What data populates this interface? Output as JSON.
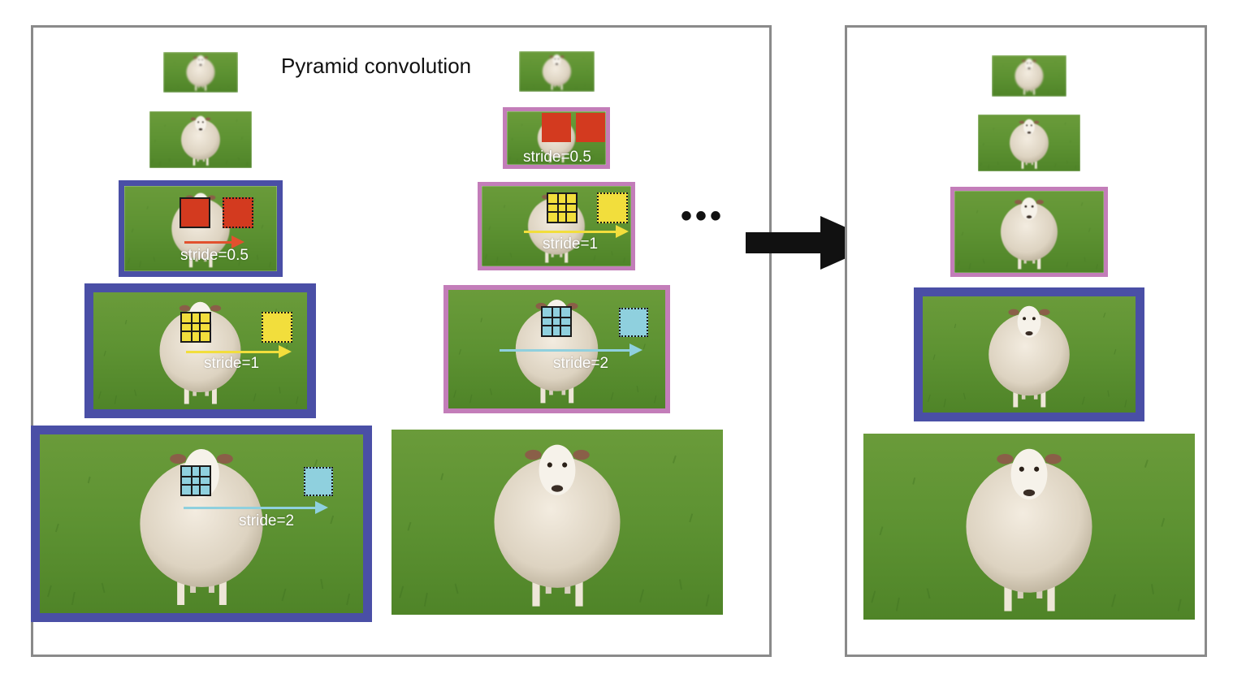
{
  "title": "Pyramid convolution",
  "strides": {
    "half": "stride=0.5",
    "one": "stride=1",
    "two": "stride=2"
  },
  "ellipsis": "•••",
  "colors": {
    "level_frame_blue": "#4a4fa6",
    "level_frame_pink": "#c37db9",
    "kernel_red": "#d33a1f",
    "kernel_yellow": "#f2de3c",
    "kernel_cyan": "#8fd0de",
    "grass": "#5a8f2e",
    "panel_border": "#8a8a8a"
  },
  "icons": {
    "sheep_image": "sheep-photo",
    "big_arrow": "right-arrow-icon"
  }
}
